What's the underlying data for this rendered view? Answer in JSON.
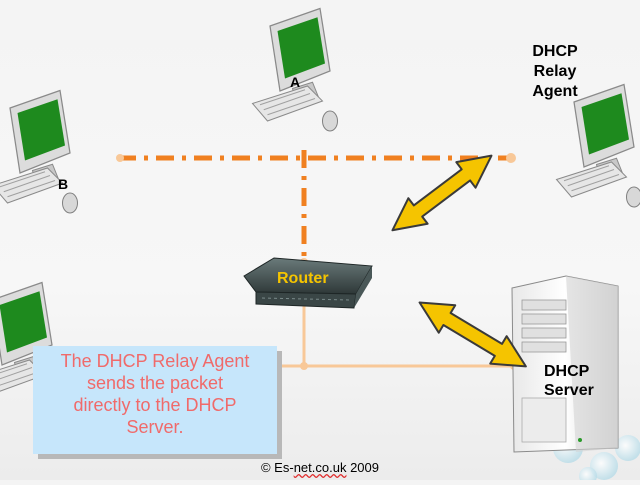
{
  "labels": {
    "relay_agent": [
      "DHCP",
      "Relay",
      "Agent"
    ],
    "pc_a": "A",
    "pc_b": "B",
    "router": "Router",
    "server": [
      "DHCP",
      "Server"
    ]
  },
  "caption": [
    "The DHCP Relay Agent",
    "sends the packet",
    "directly to the DHCP",
    "Server."
  ],
  "copyright": {
    "prefix": "© Es-",
    "underlined": "net.co.uk",
    "suffix": " 2009"
  },
  "colors": {
    "lan_line": "#f08020",
    "server_link": "#f8c898",
    "arrow_fill": "#f5c400",
    "arrow_outline": "#3a3a3a",
    "caption_bg": "#c6e6fb",
    "caption_text": "#f06a6a",
    "router_label": "#f5c400",
    "monitor_screen": "#1e8a1e"
  },
  "icons": [
    "computer-icon",
    "router-icon",
    "server-tower-icon",
    "double-arrow-icon"
  ]
}
